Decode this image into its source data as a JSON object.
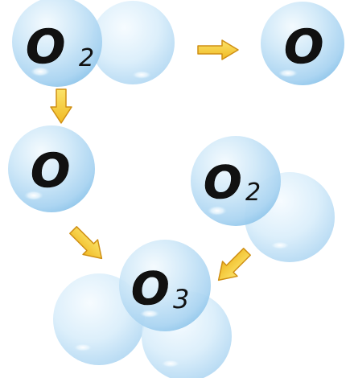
{
  "molecules": [
    {
      "symbol": "O",
      "subscript": "2"
    },
    {
      "symbol": "O",
      "subscript": ""
    },
    {
      "symbol": "O",
      "subscript": ""
    },
    {
      "symbol": "O",
      "subscript": "2"
    },
    {
      "symbol": "O",
      "subscript": "3"
    }
  ],
  "colors": {
    "sphere_highlight": "#eaf6fd",
    "sphere_body": "#bfe1f6",
    "sphere_edge": "#8cc4ea",
    "arrow_fill": "#f6d23a",
    "arrow_edge": "#cf8f14",
    "text": "#111111"
  },
  "arrows": [
    {
      "direction": "right",
      "icon": "arrow-right-icon"
    },
    {
      "direction": "down",
      "icon": "arrow-down-icon"
    },
    {
      "direction": "down-right",
      "icon": "arrow-down-right-icon"
    },
    {
      "direction": "down-left",
      "icon": "arrow-down-left-icon"
    }
  ]
}
